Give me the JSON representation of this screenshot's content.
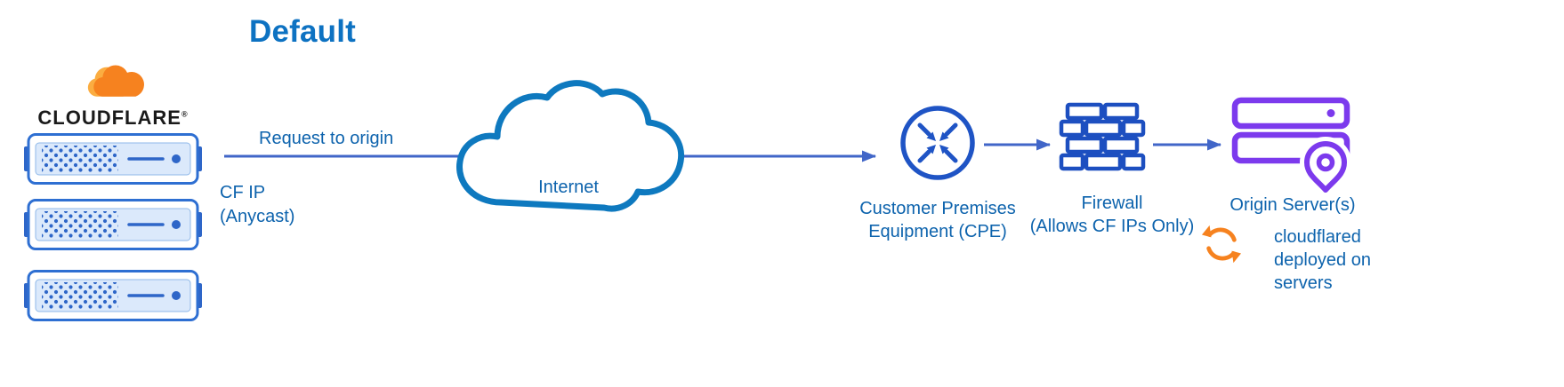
{
  "title": "Default",
  "colors": {
    "title_blue": "#0d72c2",
    "label_blue": "#0d63ad",
    "arrow_blue": "#4166c8",
    "icon_blue": "#1f54c5",
    "server_blue": "#2e66c8",
    "cloud_stroke_blue": "#0e79bf",
    "origin_purple": "#7c3aed",
    "cloudflare_orange": "#f6821f",
    "cloudflare_orange_light": "#fbad41",
    "brand_text": "#1a1a1a"
  },
  "logo": {
    "brand": "CLOUDFLARE",
    "registered": "®"
  },
  "labels": {
    "request": "Request to origin",
    "cf_ip": [
      "CF IP",
      "(Anycast)"
    ],
    "internet": "Internet",
    "cpe": [
      "Customer Premises",
      "Equipment (CPE)"
    ],
    "firewall": [
      "Firewall",
      "(Allows CF IPs Only)"
    ],
    "origin": "Origin Server(s)",
    "cloudflared": [
      "cloudflared",
      "deployed on",
      "servers"
    ]
  },
  "icons": {
    "cloudflare_logo": "orange-cloud",
    "edge_servers": "server-rack-x3",
    "internet": "cloud-outline",
    "cpe": "circle-inward-arrows",
    "firewall": "brick-wall",
    "origin": "server-stack-with-location-pin",
    "cloudflared": "sync-arrows"
  }
}
